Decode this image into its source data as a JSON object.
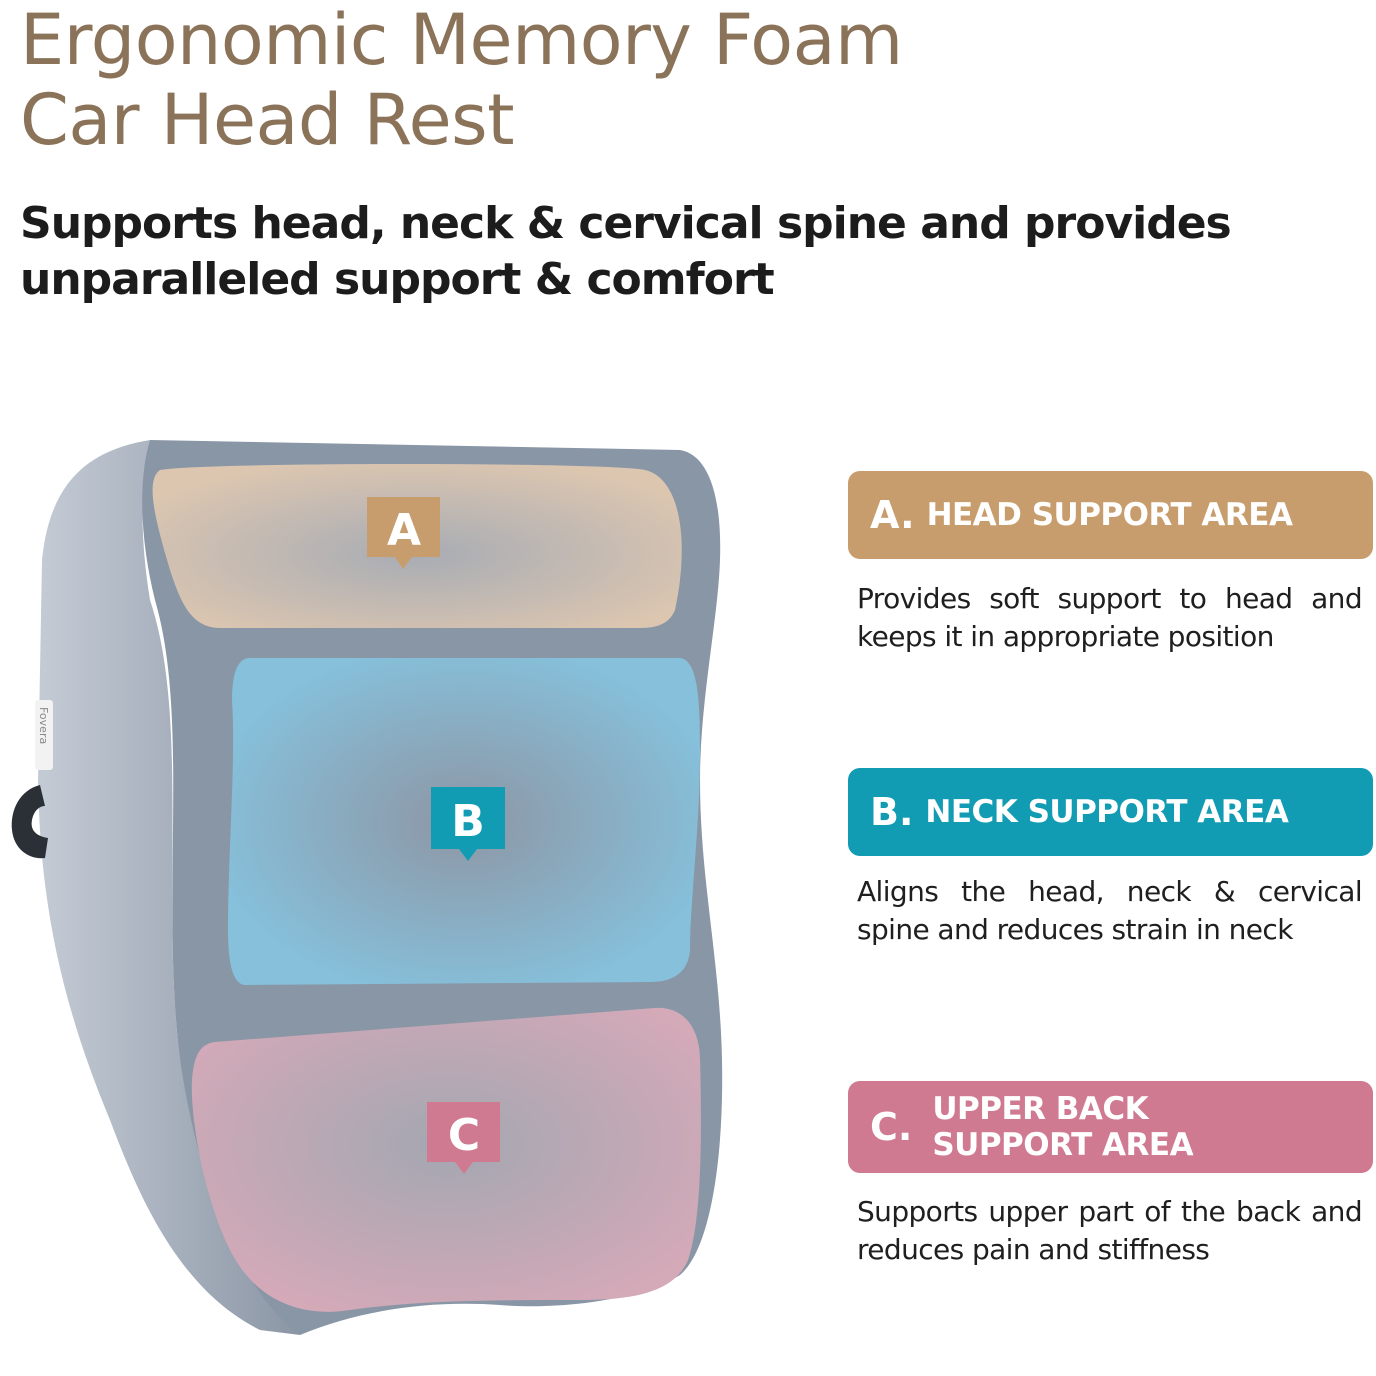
{
  "header": {
    "title_line1": "Ergonomic Memory Foam",
    "title_line2": "Car Head Rest",
    "subtitle_line1": "Supports head, neck & cervical spine and provides",
    "subtitle_line2": "unparalleled support & comfort"
  },
  "product": {
    "brand_tag": "Fovera",
    "markers": {
      "a": "A",
      "b": "B",
      "c": "C"
    }
  },
  "features": [
    {
      "letter": "A.",
      "label": "HEAD SUPPORT AREA",
      "description": "Provides soft support to head and keeps it in appropriate position",
      "color": "#c89d6d"
    },
    {
      "letter": "B.",
      "label": "NECK SUPPORT AREA",
      "description": "Aligns the head, neck & cervical spine and reduces strain in neck",
      "color": "#129cb4"
    },
    {
      "letter": "C.",
      "label_line1": "UPPER BACK",
      "label_line2": "SUPPORT AREA",
      "description": "Supports upper part of the back and reduces pain and stiffness",
      "color": "#cf7a91"
    }
  ]
}
